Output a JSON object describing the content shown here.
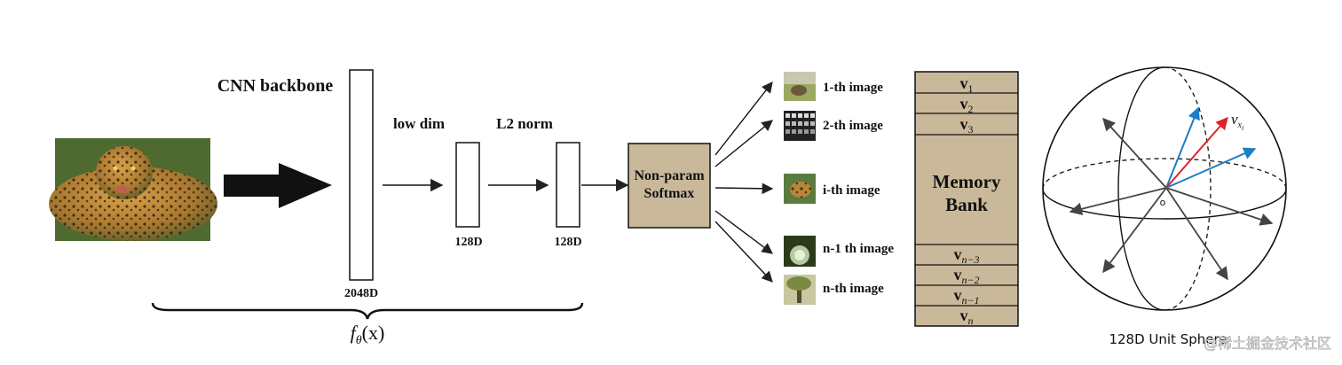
{
  "labels": {
    "cnn_backbone": "CNN backbone",
    "low_dim": "low dim",
    "l2_norm": "L2 norm",
    "dim_2048": "2048D",
    "dim_128_a": "128D",
    "dim_128_b": "128D",
    "f_theta_f": "f",
    "f_theta_sub": "θ",
    "f_theta_arg": "(x)",
    "softmax_line1": "Non-param",
    "softmax_line2": "Softmax",
    "sphere_caption": "128D Unit Sphere",
    "sphere_origin": "o",
    "sphere_vector_v": "v",
    "sphere_vector_sub": "x",
    "sphere_vector_subsub": "i",
    "watermark": "@稀土掘金技术社区"
  },
  "images": [
    {
      "label": "1-th image"
    },
    {
      "label": "2-th image"
    },
    {
      "label": "i-th image"
    },
    {
      "label": "n-1 th image"
    },
    {
      "label": "n-th image"
    }
  ],
  "memory_bank": {
    "title_line1": "Memory",
    "title_line2": "Bank",
    "top_rows": [
      {
        "v": "v",
        "sub": "1"
      },
      {
        "v": "v",
        "sub": "2"
      },
      {
        "v": "v",
        "sub": "3"
      }
    ],
    "bottom_rows": [
      {
        "v": "v",
        "sub": "n−3"
      },
      {
        "v": "v",
        "sub": "n−2"
      },
      {
        "v": "v",
        "sub": "n−1"
      },
      {
        "v": "v",
        "sub": "n"
      }
    ]
  },
  "colors": {
    "tan_fill": "#c9b99a",
    "line": "#222222",
    "blue_vector": "#1a7ec8",
    "red_vector": "#e0202a",
    "gray_vector": "#444444",
    "leopard_base": "#b8863a"
  }
}
